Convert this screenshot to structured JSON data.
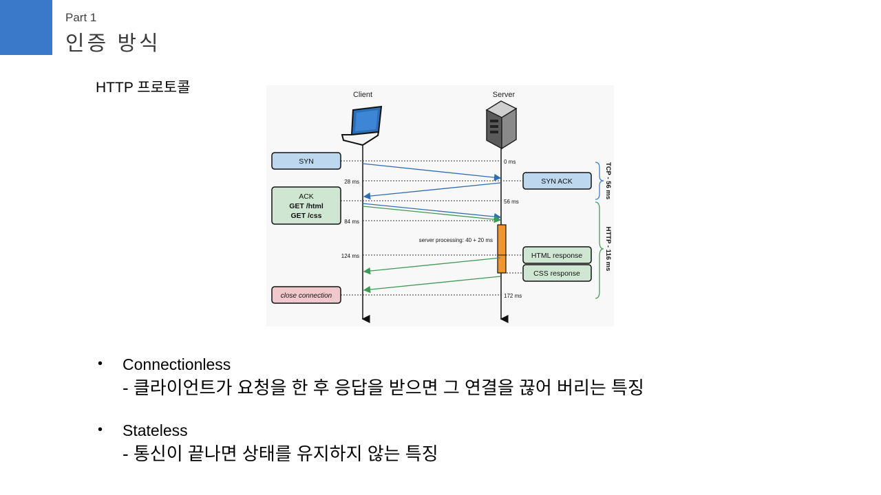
{
  "header": {
    "part": "Part 1",
    "title": "인증 방식"
  },
  "section": {
    "label": "HTTP 프로토콜"
  },
  "diagram": {
    "client_label": "Client",
    "server_label": "Server",
    "steps": {
      "syn": "SYN",
      "syn_ack": "SYN ACK",
      "ack": "ACK",
      "get_html": "GET /html",
      "get_css": "GET /css",
      "html_response": "HTML response",
      "css_response": "CSS response",
      "close": "close connection"
    },
    "times": {
      "t0": "0 ms",
      "t28": "28 ms",
      "t56": "56 ms",
      "t84": "84 ms",
      "t124": "124 ms",
      "t172": "172 ms"
    },
    "server_processing": "server processing: 40 + 20 ms",
    "brace_tcp": "TCP - 56 ms",
    "brace_http": "HTTP - 116 ms",
    "colors": {
      "blue_box": "#bcd7ee",
      "green_box": "#cfe6d3",
      "pink_box": "#f1c9cc",
      "blue_arrow": "#2f6db3",
      "green_arrow": "#3e9a55",
      "processing": "#f0962e",
      "brace": "#3a7fd0",
      "brace_green": "#4a9a5a"
    }
  },
  "bullets": [
    {
      "symbol": "•",
      "title": "Connectionless",
      "desc": "- 클라이언트가 요청을 한 후 응답을 받으면 그 연결을 끊어 버리는 특징"
    },
    {
      "symbol": "•",
      "title": "Stateless",
      "desc": "- 통신이 끝나면 상태를 유지하지 않는 특징"
    }
  ]
}
